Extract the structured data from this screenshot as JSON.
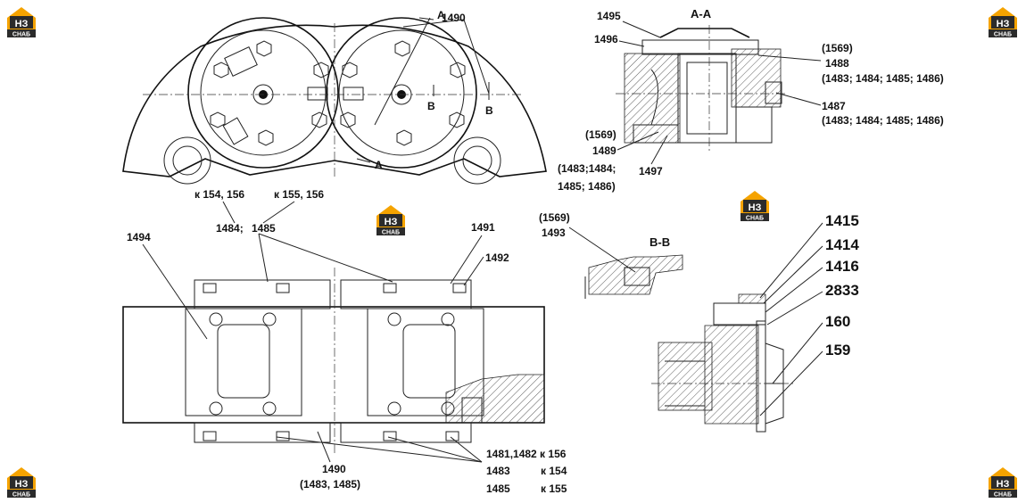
{
  "logos": {
    "line1": "НЗ",
    "line2": "СНАБ",
    "color": "#f5a300",
    "dark": "#2b2b2b"
  },
  "section_aa": "A-A",
  "section_bb": "B-B",
  "markers": {
    "a1": "A",
    "a2": "A",
    "b1": "B",
    "b2": "B"
  },
  "parts_top_left": {
    "p1490": "1490",
    "k154": "к 154, 156",
    "k155": "к 155, 156",
    "p1484": "1484;",
    "p1485": "1485"
  },
  "parts_aa": {
    "p1495": "1495",
    "p1496": "1496",
    "p1569a": "(1569)",
    "p1488": "1488",
    "p1488sub": "(1483; 1484; 1485; 1486)",
    "p1487": "1487",
    "p1487sub": "(1483; 1484; 1485; 1486)",
    "p1569b": "(1569)",
    "p1489": "1489",
    "p1489sub1": "(1483;1484;",
    "p1489sub2": "1485; 1486)",
    "p1497": "1497"
  },
  "parts_bottom_left": {
    "p1494": "1494",
    "p1491": "1491",
    "p1492": "1492",
    "p1490": "1490",
    "p1490sub": "(1483, 1485)",
    "r1": "1481,1482 к 156",
    "r2a": "1483",
    "r2b": "к 154",
    "r3a": "1485",
    "r3b": "к 155"
  },
  "parts_bb": {
    "p1569": "(1569)",
    "p1493": "1493"
  },
  "parts_right": {
    "p1415": "1415",
    "p1414": "1414",
    "p1416": "1416",
    "p2833": "2833",
    "p160": "160",
    "p159": "159"
  }
}
